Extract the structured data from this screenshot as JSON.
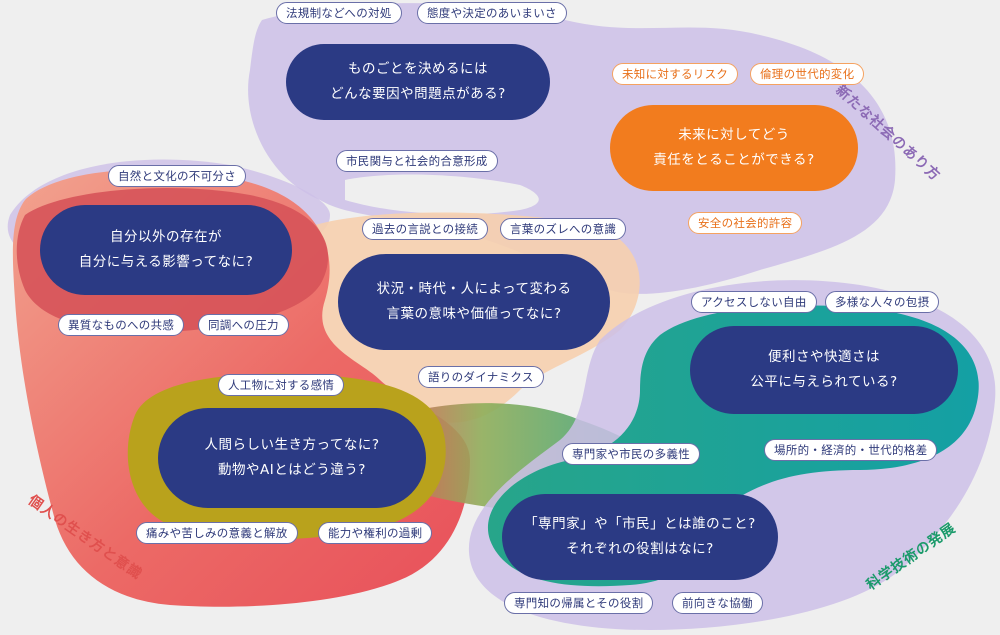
{
  "colors": {
    "background": "#efefef",
    "node_fill": "#2b3a84",
    "node_accent": "#f27c1e",
    "purple_region": "#c9b9e6",
    "red_region": "#e8555c",
    "teal_region": "#15a39b",
    "olive_region": "#b8a018",
    "peach_region": "#f5c8a4",
    "axis_purple": "#8c6ab5",
    "axis_red": "#e0504e",
    "axis_teal": "#1a9a6a"
  },
  "axes": {
    "society": "新たな社会のあり方",
    "individual": "個人の生き方と意識",
    "science": "科学技術の発展"
  },
  "questions": {
    "decision": [
      "ものごとを決めるには",
      "どんな要因や問題点がある?"
    ],
    "future": [
      "未来に対してどう",
      "責任をとることができる?"
    ],
    "others": [
      "自分以外の存在が",
      "自分に与える影響ってなに?"
    ],
    "language": [
      "状況・時代・人によって変わる",
      "言葉の意味や価値ってなに?"
    ],
    "convenience": [
      "便利さや快適さは",
      "公平に与えられている?"
    ],
    "human": [
      "人間らしい生き方ってなに?",
      "動物やAIとはどう違う?"
    ],
    "expert": [
      "「専門家」や「市民」とは誰のこと?",
      "それぞれの役割はなに?"
    ]
  },
  "tags": {
    "law": "法規制などへの対処",
    "ambiguity": "態度や決定のあいまいさ",
    "risk": "未知に対するリスク",
    "ethics": "倫理の世代的変化",
    "participation": "市民関与と社会的合意形成",
    "safety": "安全の社会的許容",
    "nature": "自然と文化の不可分さ",
    "past": "過去の言説との接続",
    "gap": "言葉のズレへの意識",
    "empathy": "異質なものへの共感",
    "conformity": "同調への圧力",
    "dynamics": "語りのダイナミクス",
    "access": "アクセスしない自由",
    "diversity": "多様な人々の包摂",
    "artificial": "人工物に対する感情",
    "disparity": "場所的・経済的・世代的格差",
    "plurality": "専門家や市民の多義性",
    "pain": "痛みや苦しみの意義と解放",
    "excess": "能力や権利の過剰",
    "belonging": "専門知の帰属とその役割",
    "cooperation": "前向きな協働"
  }
}
